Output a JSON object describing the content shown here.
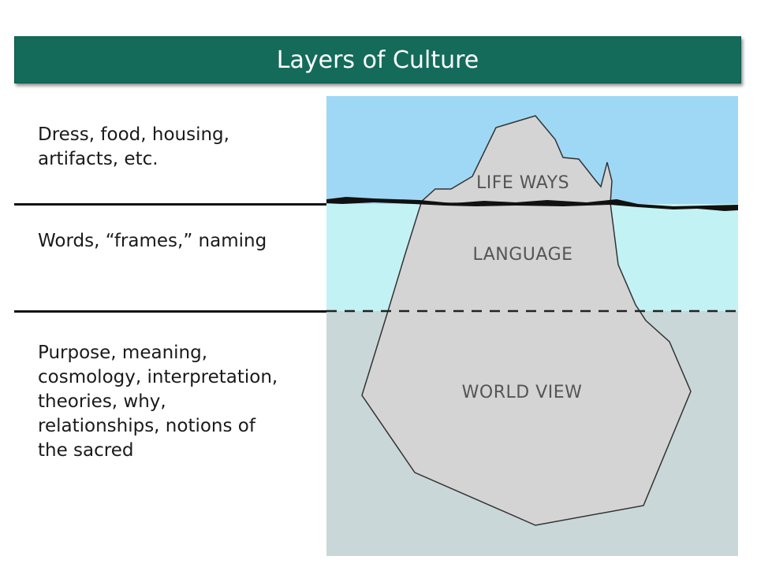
{
  "title": "Layers of Culture",
  "layers": [
    {
      "description": "Dress, food, housing,\nartifacts, etc.",
      "iceberg_label": "LIFE WAYS"
    },
    {
      "description": "Words, “frames,” naming",
      "iceberg_label": "LANGUAGE"
    },
    {
      "description": "Purpose, meaning,\ncosmology, interpretation,\ntheories, why,\nrelationships, notions of\nthe sacred",
      "iceberg_label": "WORLD VIEW"
    }
  ],
  "colors": {
    "title_bar": "#146b5a",
    "sky": "#9fd8f5",
    "shallow_water": "#c3f2f4",
    "deep_water": "#c9d7d8",
    "iceberg": "#d4d4d4"
  }
}
